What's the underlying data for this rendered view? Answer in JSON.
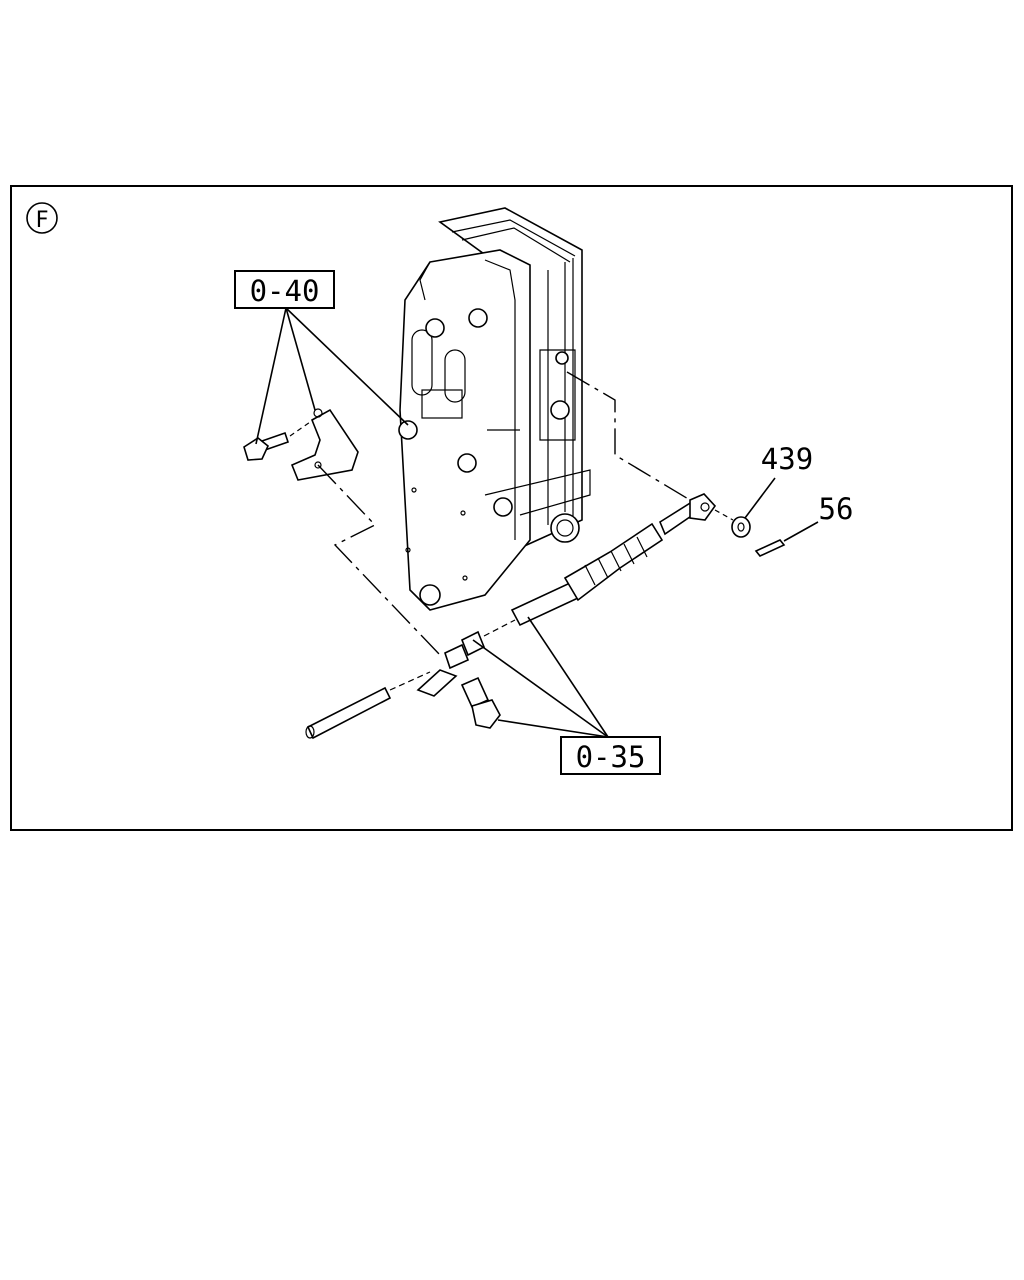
{
  "diagram": {
    "view_marker": "F",
    "callouts": [
      {
        "id": "ref-0-40",
        "text": "0-40",
        "boxed": true
      },
      {
        "id": "ref-0-35",
        "text": "0-35",
        "boxed": true
      },
      {
        "id": "part-439",
        "text": "439",
        "boxed": false
      },
      {
        "id": "part-56",
        "text": "56",
        "boxed": false
      }
    ]
  }
}
